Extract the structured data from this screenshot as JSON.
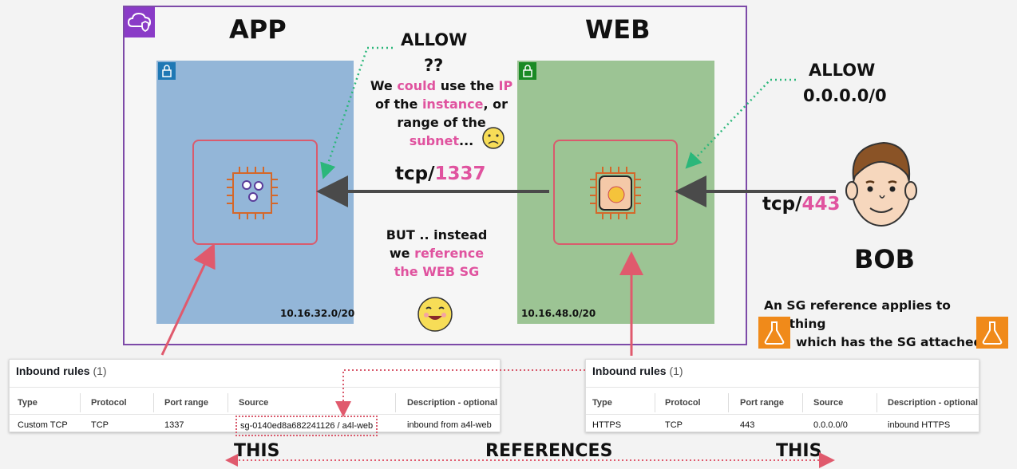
{
  "labels": {
    "app": "APP",
    "web": "WEB",
    "bob": "BOB",
    "allow_left": "ALLOW",
    "qq": "??",
    "allow_right_1": "ALLOW",
    "allow_right_2": "0.0.0.0/0",
    "tcp1337_a": "tcp/",
    "tcp1337_b": "1337",
    "tcp443_a": "tcp/",
    "tcp443_b": "443",
    "app_cidr": "10.16.32.0/20",
    "web_cidr": "10.16.48.0/20",
    "this_left": "THIS",
    "references": "REFERENCES",
    "this_right": "THIS"
  },
  "ip_note": {
    "l1a": "We ",
    "l1b": "could",
    "l1c": " use the ",
    "l1d": "IP",
    "l2a": "of the ",
    "l2b": "instance",
    "l2c": ", or",
    "l3": "range of the",
    "l4a": "subnet",
    "l4b": "..."
  },
  "but_note": {
    "l1": "BUT .. instead",
    "l2a": "we ",
    "l2b": "reference",
    "l3": "the WEB SG"
  },
  "sg_note": {
    "l1": "An SG reference applies to anything",
    "l2": "which has the SG attached"
  },
  "app_rules": {
    "title": "Inbound rules",
    "count": "(1)",
    "headers": [
      "Type",
      "Protocol",
      "Port range",
      "Source",
      "Description - optional"
    ],
    "row": [
      "Custom TCP",
      "TCP",
      "1337",
      "sg-0140ed8a682241126 / a4l-web",
      "inbound from a4l-web"
    ]
  },
  "web_rules": {
    "title": "Inbound rules",
    "count": "(1)",
    "headers": [
      "Type",
      "Protocol",
      "Port range",
      "Source",
      "Description - optional"
    ],
    "row": [
      "HTTPS",
      "TCP",
      "443",
      "0.0.0.0/0",
      "inbound HTTPS"
    ]
  },
  "colors": {
    "vpc_border": "#7d4aa8",
    "app_subnet": "#93b6d8",
    "web_subnet": "#9cc494",
    "sg_border": "#d95b6d",
    "accent_pink": "#e0539f",
    "arrow_dark": "#4a4a4a",
    "dotted_green": "#2bb77a"
  },
  "icons": {
    "vpc": "cloud-shield-icon",
    "lock": "padlock-icon",
    "app_instance": "chip-gears-icon",
    "web_instance": "chip-webapp-icon",
    "bob": "person-avatar-icon",
    "sad": "sad-face-icon",
    "happy": "happy-face-icon",
    "sg_badge": "flask-icon"
  }
}
